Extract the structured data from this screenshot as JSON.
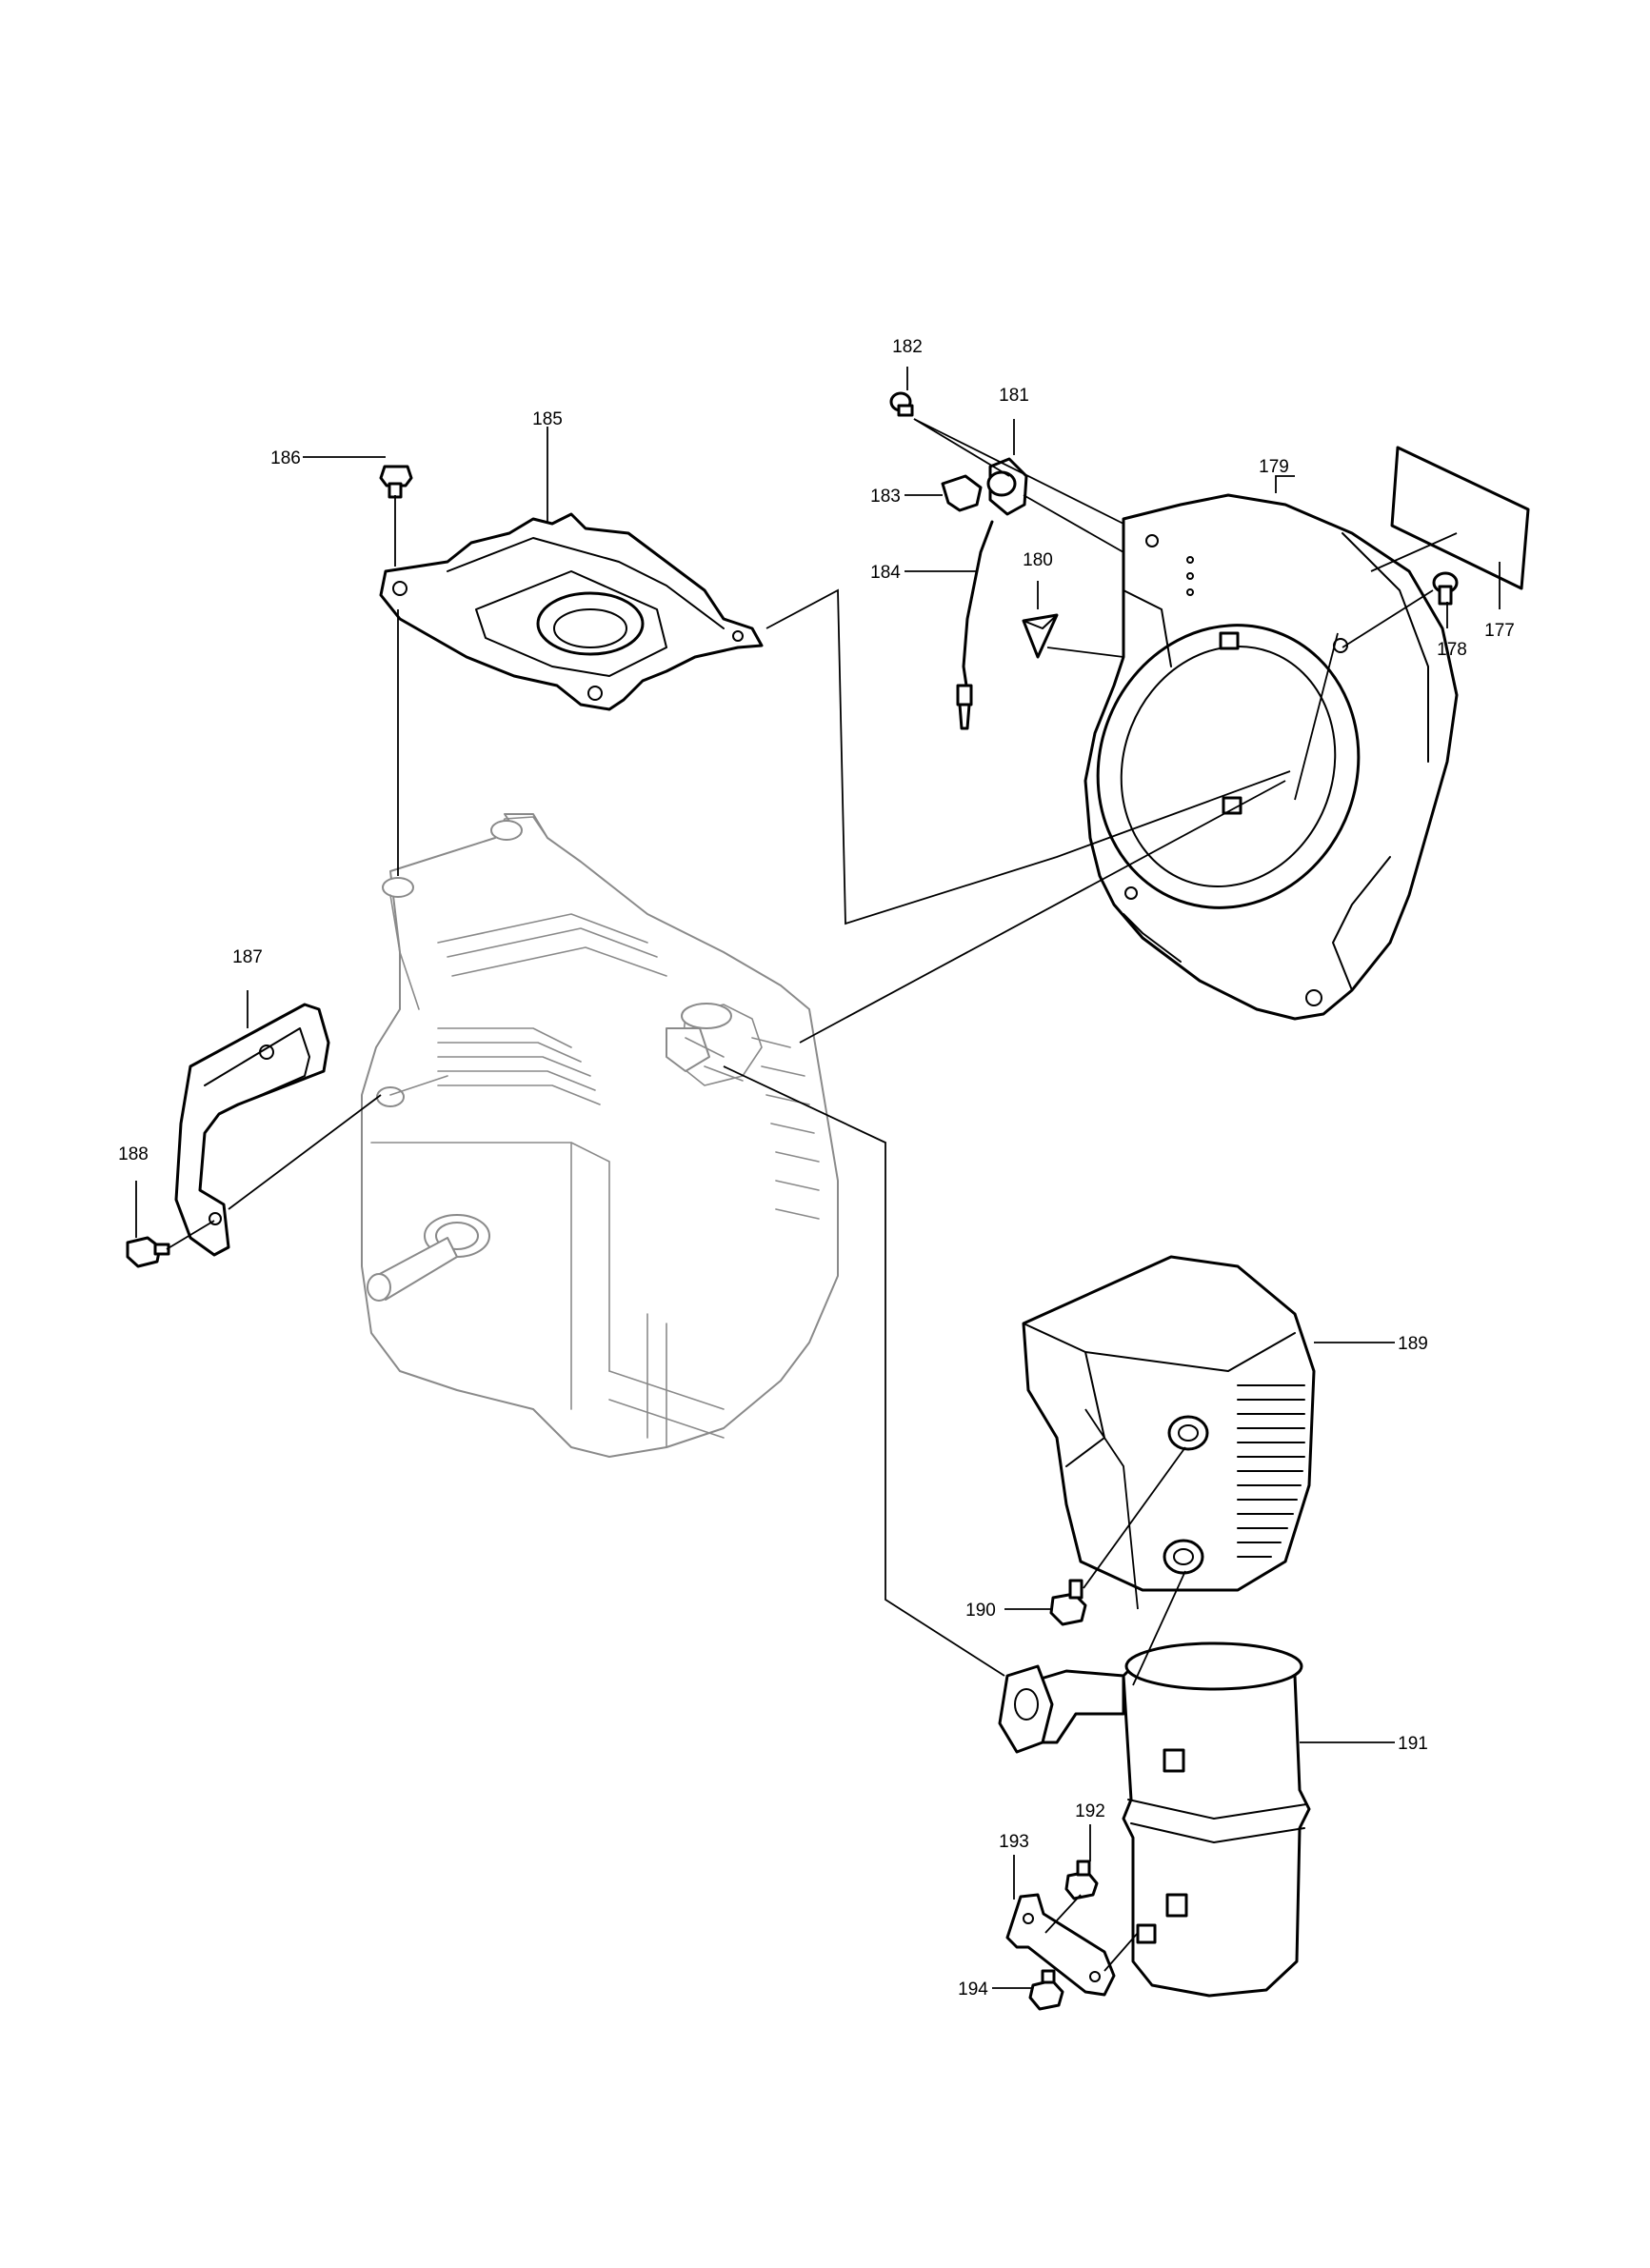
{
  "diagram": {
    "kind": "exploded parts diagram",
    "colors": {
      "line": "#000000",
      "ghost": "#8a8a8a",
      "background": "#ffffff"
    },
    "callouts": {
      "c177": "177",
      "c178": "178",
      "c179": "179",
      "c180": "180",
      "c181": "181",
      "c182": "182",
      "c183": "183",
      "c184": "184",
      "c185": "185",
      "c186": "186",
      "c187": "187",
      "c188": "188",
      "c189": "189",
      "c190": "190",
      "c191": "191",
      "c192": "192",
      "c193": "193",
      "c194": "194"
    }
  }
}
